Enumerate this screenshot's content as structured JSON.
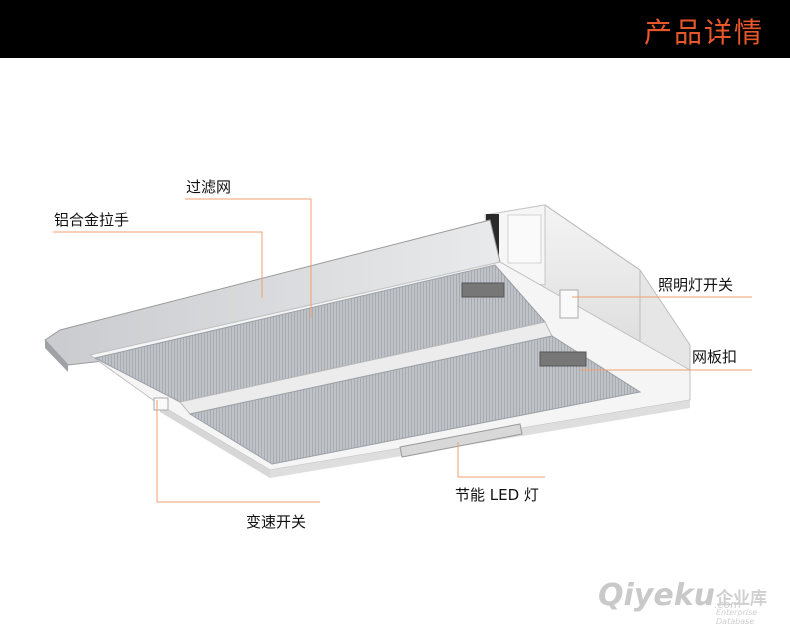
{
  "header": {
    "title": "产品详情"
  },
  "labels": {
    "filter": "过滤网",
    "handle": "铝合金拉手",
    "light_switch": "照明灯开关",
    "panel_clip": "网板扣",
    "led_light": "节能 LED 灯",
    "speed_switch": "变速开关"
  },
  "watermark": {
    "brand": "Qiyeku",
    "cn": "企业库",
    "domain": ".com",
    "sub": "Enterprise Database"
  },
  "colors": {
    "header_bg": "#000000",
    "header_title": "#e8572a",
    "callout_line": "#f0a070"
  }
}
